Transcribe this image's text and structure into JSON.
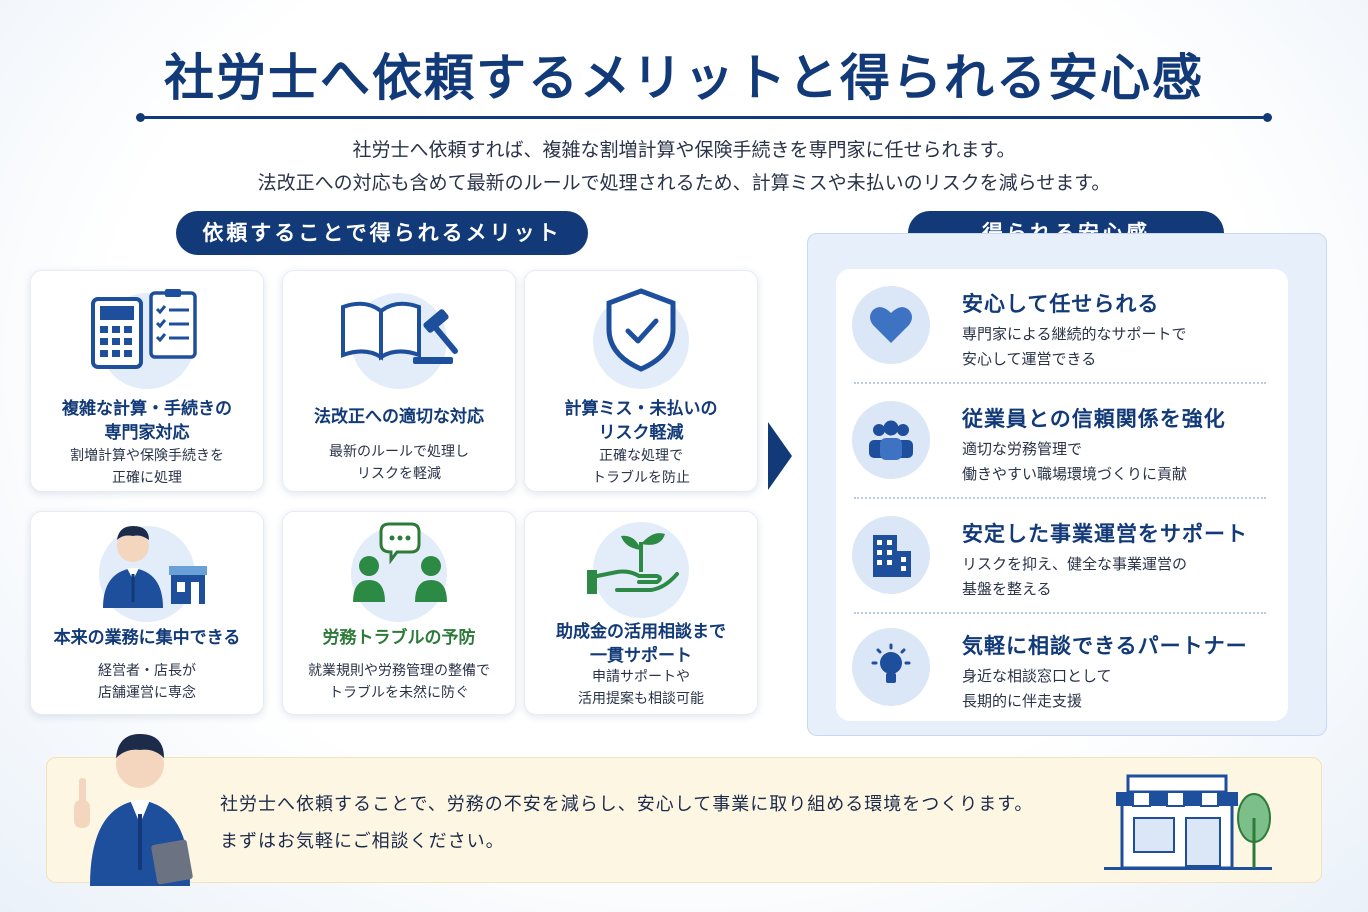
{
  "title": "社労士へ依頼するメリットと得られる安心感",
  "intro": {
    "line1": "社労士へ依頼すれば、複雑な割増計算や保険手続きを専門家に任せられます。",
    "line2": "法改正への対応も含めて最新のルールで処理されるため、計算ミスや未払いのリスクを減らせます。"
  },
  "merits": {
    "heading": "依頼することで得られるメリット",
    "cards": [
      {
        "icon": "calculator-checklist-icon",
        "title1": "複雑な計算・手続きの",
        "title2": "専門家対応",
        "desc1": "割増計算や保険手続きを",
        "desc2": "正確に処理"
      },
      {
        "icon": "law-book-gavel-icon",
        "title1": "法改正への適切な対応",
        "title2": "",
        "desc1": "最新のルールで処理し",
        "desc2": "リスクを軽減"
      },
      {
        "icon": "shield-check-icon",
        "title1": "計算ミス・未払いの",
        "title2": "リスク軽減",
        "desc1": "正確な処理で",
        "desc2": "トラブルを防止"
      },
      {
        "icon": "business-person-store-icon",
        "title1": "本来の業務に集中できる",
        "title2": "",
        "desc1": "経営者・店長が",
        "desc2": "店舗運営に専念"
      },
      {
        "icon": "people-chat-icon",
        "title1": "労務トラブルの予防",
        "title2": "",
        "desc1": "就業規則や労務管理の整備で",
        "desc2": "トラブルを未然に防ぐ"
      },
      {
        "icon": "hand-sprout-icon",
        "title1": "助成金の活用相談まで",
        "title2": "一貫サポート",
        "desc1": "申請サポートや",
        "desc2": "活用提案も相談可能"
      }
    ]
  },
  "peace": {
    "heading": "得られる安心感",
    "items": [
      {
        "icon": "heart-icon",
        "title": "安心して任せられる",
        "desc1": "専門家による継続的なサポートで",
        "desc2": "安心して運営できる"
      },
      {
        "icon": "team-icon",
        "title": "従業員との信頼関係を強化",
        "desc1": "適切な労務管理で",
        "desc2": "働きやすい職場環境づくりに貢献"
      },
      {
        "icon": "building-icon",
        "title": "安定した事業運営をサポート",
        "desc1": "リスクを抑え、健全な事業運営の",
        "desc2": "基盤を整える"
      },
      {
        "icon": "lightbulb-icon",
        "title": "気軽に相談できるパートナー",
        "desc1": "身近な相談窓口として",
        "desc2": "長期的に伴走支援"
      }
    ]
  },
  "footer": {
    "line1": "社労士へ依頼することで、労務の不安を減らし、安心して事業に取り組める環境をつくります。",
    "line2": "まずはお気軽にご相談ください。"
  },
  "colors": {
    "navy": "#123a78",
    "green": "#2d7a3a",
    "light_blue": "#e3edf9",
    "cream": "#fdf6e3"
  }
}
